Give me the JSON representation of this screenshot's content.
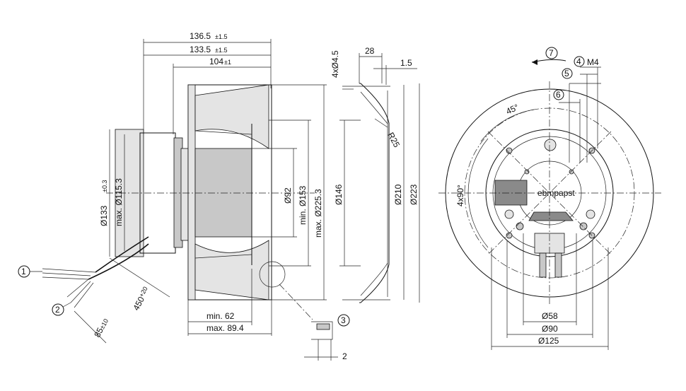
{
  "dimensions": {
    "d136": "136.5",
    "d136_tol": "±1.5",
    "d133": "133.5",
    "d133_tol": "±1.5",
    "d104": "104",
    "d104_tol": "±1",
    "hole": "4xØ4.5",
    "d28": "28",
    "d1_5": "1.5",
    "r25": "R25",
    "dia133": "Ø133",
    "dia133_tol": "±0.3",
    "max115": "max. Ø115.3",
    "dia92": "Ø92",
    "min153": "min. Ø153",
    "max225": "max. Ø225.3",
    "dia146": "Ø146",
    "dia210": "Ø210",
    "dia223": "Ø223",
    "min62": "min. 62",
    "max89": "max. 89.4",
    "d85": "85",
    "d85_tol": "±10",
    "d450": "450",
    "d450_tol": "+20",
    "d2": "2",
    "angle45": "45°",
    "angle4x90": "4x90°",
    "m4": "M4",
    "dia58": "Ø58",
    "dia90": "Ø90",
    "dia125": "Ø125",
    "brand": "ebmpapst"
  },
  "callouts": [
    "1",
    "2",
    "3",
    "4",
    "5",
    "6",
    "7"
  ],
  "colors": {
    "line": "#111111",
    "shade": "#c8c8c8"
  }
}
